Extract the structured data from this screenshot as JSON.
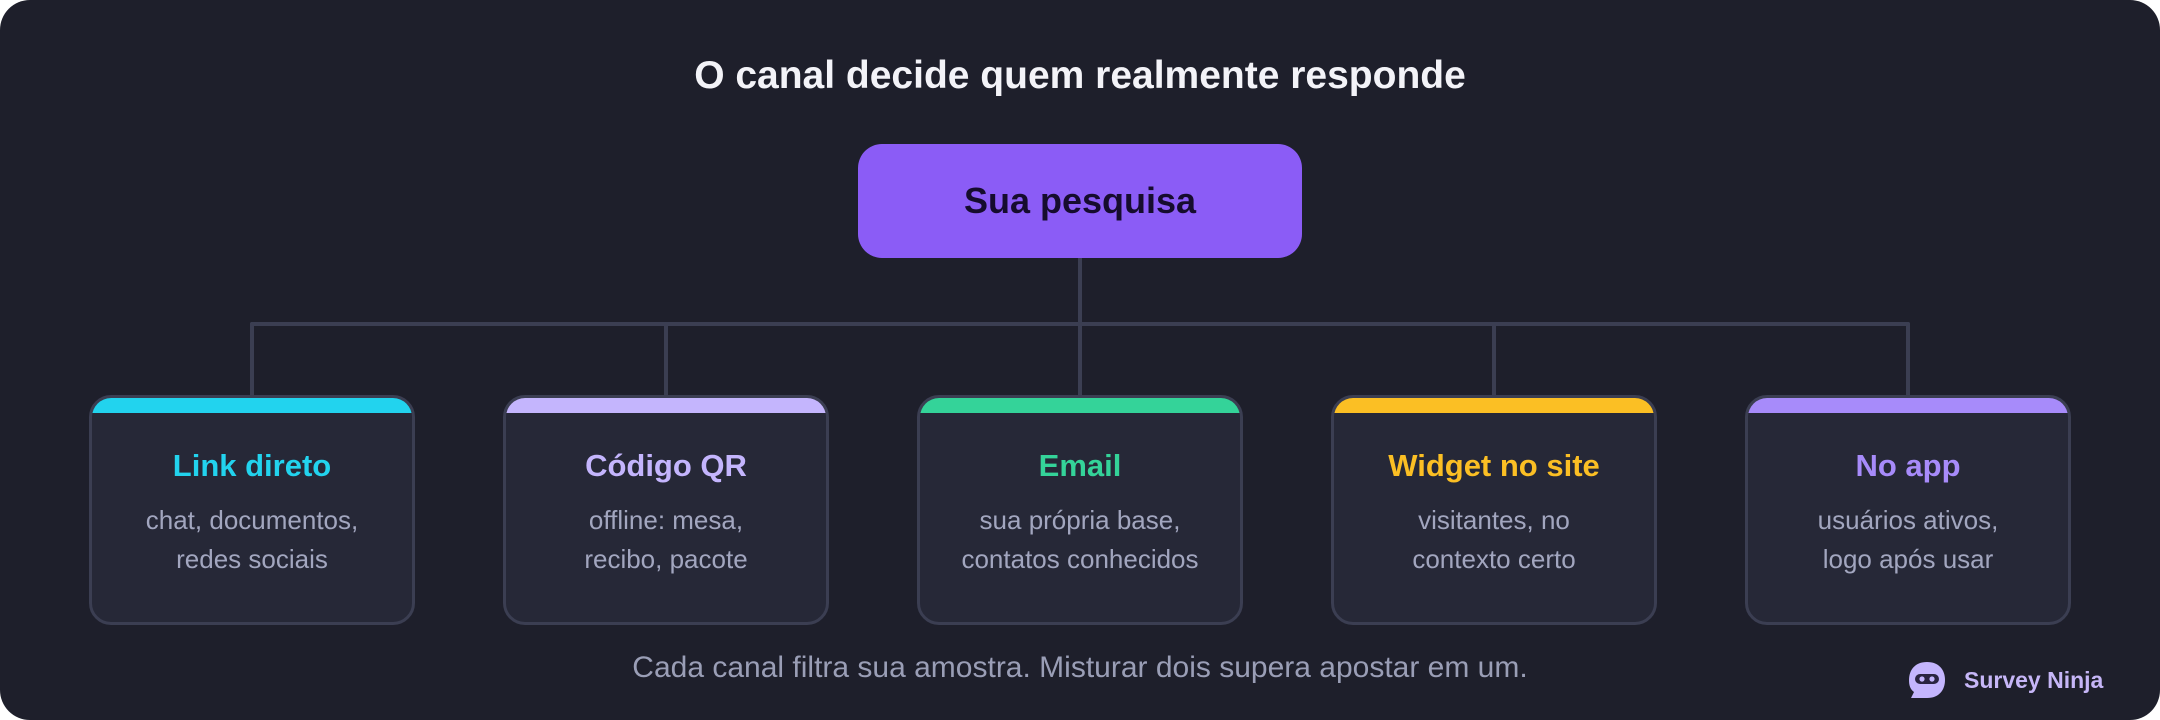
{
  "title": "O canal decide quem realmente responde",
  "root": {
    "label": "Sua pesquisa",
    "color": "#8b5cf6"
  },
  "channels": [
    {
      "title": "Link direto",
      "desc": [
        "chat, documentos,",
        "redes sociais"
      ],
      "color": "#22d3ee"
    },
    {
      "title": "Código QR",
      "desc": [
        "offline: mesa,",
        "recibo, pacote"
      ],
      "color": "#c4b5fd"
    },
    {
      "title": "Email",
      "desc": [
        "sua própria base,",
        "contatos conhecidos"
      ],
      "color": "#34d399"
    },
    {
      "title": "Widget no site",
      "desc": [
        "visitantes, no",
        "contexto certo"
      ],
      "color": "#fbbf24"
    },
    {
      "title": "No app",
      "desc": [
        "usuários ativos,",
        "logo após usar"
      ],
      "color": "#a78bfa"
    }
  ],
  "caption": "Cada canal filtra sua amostra. Misturar dois supera apostar em um.",
  "brand": {
    "name": "Survey Ninja",
    "icon": "ninja-mask-icon"
  },
  "colors": {
    "background": "#1e1f2b",
    "card": "#262837",
    "border": "#3b3e52",
    "connector": "#3b3e52"
  }
}
